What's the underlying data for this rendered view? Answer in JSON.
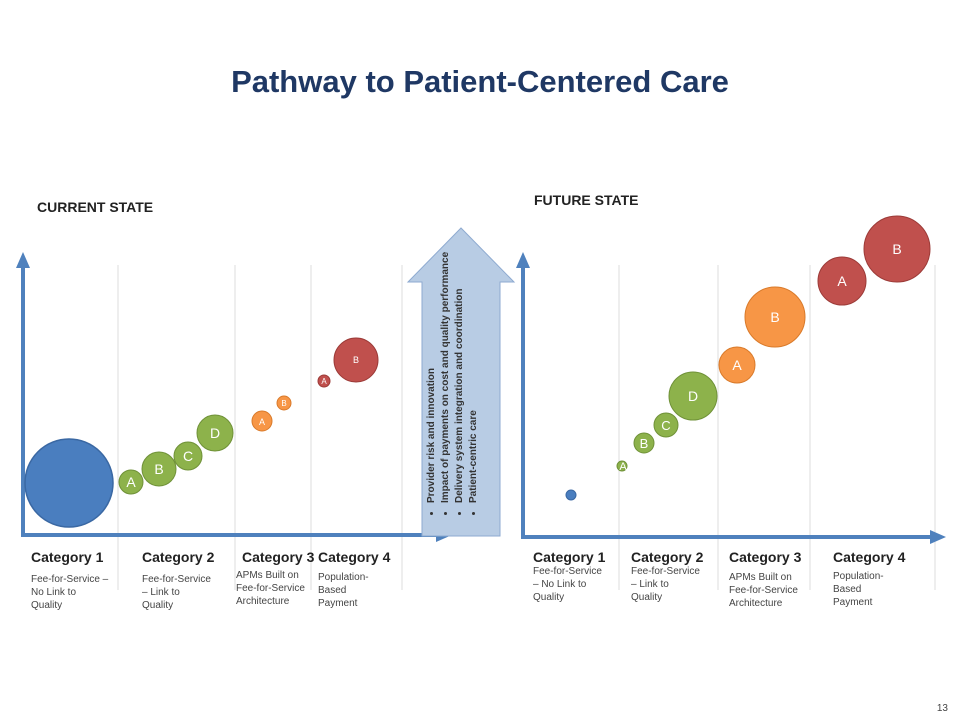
{
  "title": "Pathway to Patient-Centered Care",
  "page_number": "13",
  "current_state": {
    "label": "CURRENT STATE",
    "categories": [
      {
        "label": "Category 1",
        "desc": "Fee-for-Service –\nNo Link to\nQuality"
      },
      {
        "label": "Category 2",
        "desc": "Fee-for-Service\n– Link to\nQuality"
      },
      {
        "label": "Category 3",
        "desc": "APMs Built on\nFee-for-Service\nArchitecture"
      },
      {
        "label": "Category 4",
        "desc": "Population-\nBased\nPayment"
      }
    ]
  },
  "future_state": {
    "label": "FUTURE STATE",
    "categories": [
      {
        "label": "Category 1",
        "desc": "Fee-for-Service\n– No Link to\nQuality"
      },
      {
        "label": "Category 2",
        "desc": "Fee-for-Service\n– Link to\nQuality"
      },
      {
        "label": "Category 3",
        "desc": "APMs Built on\nFee-for-Service\nArchitecture"
      },
      {
        "label": "Category 4",
        "desc": "Population-\nBased\nPayment"
      }
    ]
  },
  "arrow_items": [
    "Provider risk and innovation",
    "Impact of payments on cost and quality performance",
    "Delivery system integration and coordination",
    "Patient-centric care"
  ],
  "bubble_letters": {
    "current": [
      "",
      "A",
      "B",
      "C",
      "D",
      "A",
      "B",
      "A",
      "B"
    ],
    "future": [
      "",
      "A",
      "B",
      "C",
      "D",
      "A",
      "B",
      "A",
      "B"
    ]
  },
  "colors": {
    "title": "#1f3864",
    "axis": "#4f81bd",
    "category1": "#4f81bd",
    "category2": "#8db24b",
    "category3": "#f79646",
    "category4": "#c0504d",
    "arrow_fill": "#b8cce4"
  }
}
